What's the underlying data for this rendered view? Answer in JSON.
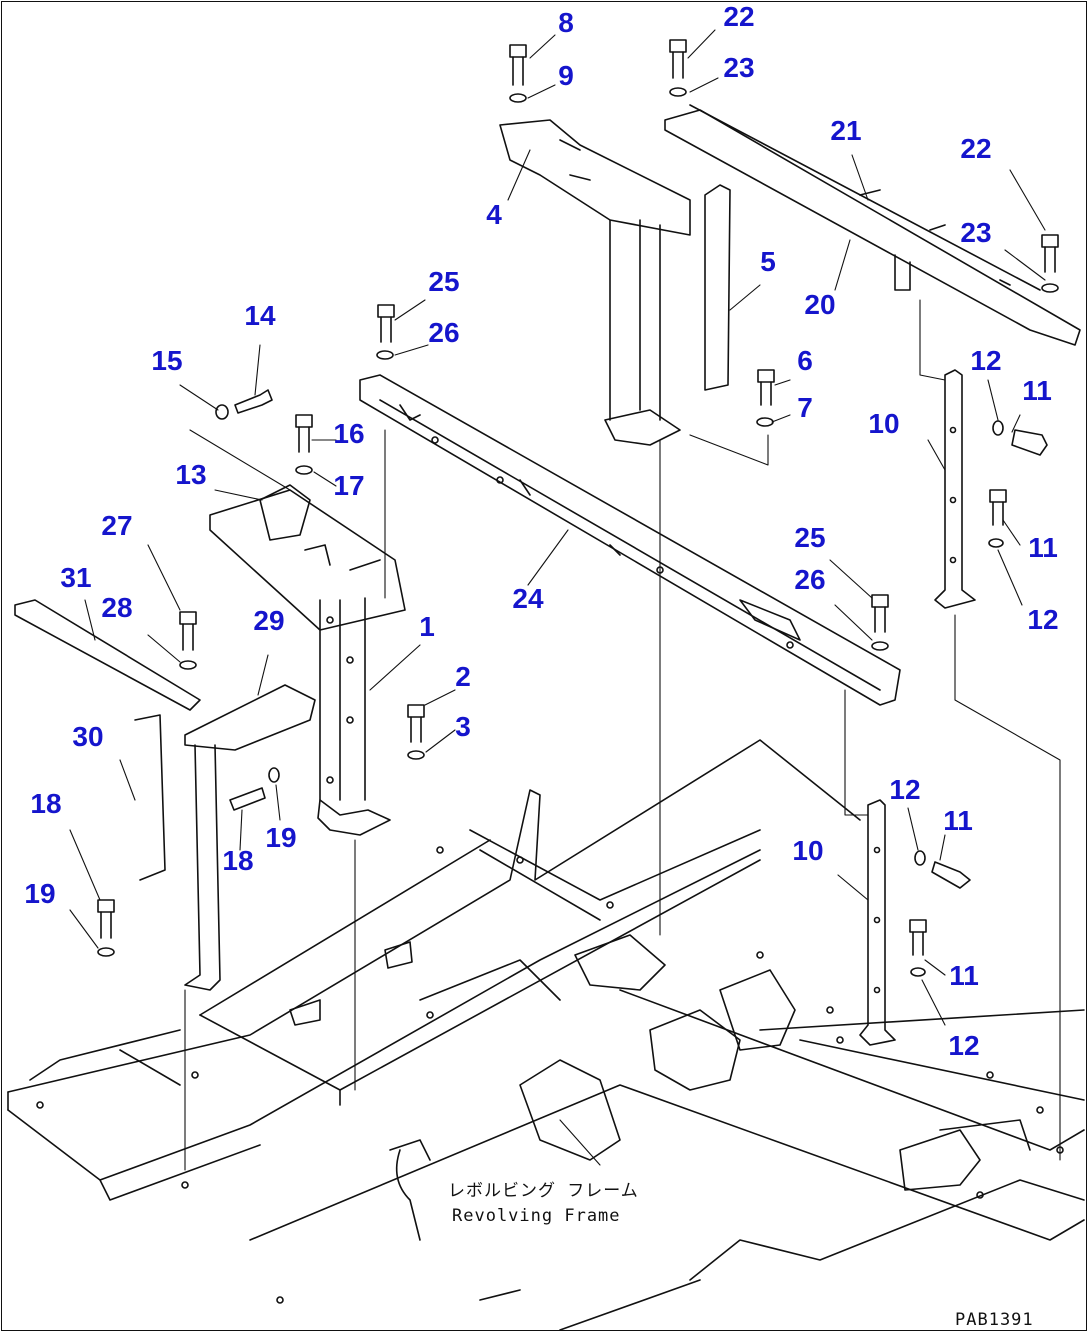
{
  "figure": {
    "code": "PAB1391",
    "frame_label_jp": "レボルビング フレーム",
    "frame_label_en": "Revolving Frame",
    "line_color": "#111111",
    "callout_color": "#1515cc"
  },
  "callouts": [
    {
      "id": "c8",
      "label": "8"
    },
    {
      "id": "c9",
      "label": "9"
    },
    {
      "id": "c22a",
      "label": "22"
    },
    {
      "id": "c23a",
      "label": "23"
    },
    {
      "id": "c4",
      "label": "4"
    },
    {
      "id": "c21",
      "label": "21"
    },
    {
      "id": "c22b",
      "label": "22"
    },
    {
      "id": "c23b",
      "label": "23"
    },
    {
      "id": "c5",
      "label": "5"
    },
    {
      "id": "c20",
      "label": "20"
    },
    {
      "id": "c25a",
      "label": "25"
    },
    {
      "id": "c26a",
      "label": "26"
    },
    {
      "id": "c14",
      "label": "14"
    },
    {
      "id": "c15",
      "label": "15"
    },
    {
      "id": "c6",
      "label": "6"
    },
    {
      "id": "c7",
      "label": "7"
    },
    {
      "id": "c12a",
      "label": "12"
    },
    {
      "id": "c11a",
      "label": "11"
    },
    {
      "id": "c10a",
      "label": "10"
    },
    {
      "id": "c16",
      "label": "16"
    },
    {
      "id": "c17",
      "label": "17"
    },
    {
      "id": "c13",
      "label": "13"
    },
    {
      "id": "c27",
      "label": "27"
    },
    {
      "id": "c31",
      "label": "31"
    },
    {
      "id": "c28",
      "label": "28"
    },
    {
      "id": "c29",
      "label": "29"
    },
    {
      "id": "c1",
      "label": "1"
    },
    {
      "id": "c24",
      "label": "24"
    },
    {
      "id": "c25b",
      "label": "25"
    },
    {
      "id": "c26b",
      "label": "26"
    },
    {
      "id": "c11b",
      "label": "11"
    },
    {
      "id": "c12b",
      "label": "12"
    },
    {
      "id": "c2",
      "label": "2"
    },
    {
      "id": "c3",
      "label": "3"
    },
    {
      "id": "c30",
      "label": "30"
    },
    {
      "id": "c18a",
      "label": "18"
    },
    {
      "id": "c19a",
      "label": "19"
    },
    {
      "id": "c18b",
      "label": "18"
    },
    {
      "id": "c12c",
      "label": "12"
    },
    {
      "id": "c11c",
      "label": "11"
    },
    {
      "id": "c10b",
      "label": "10"
    },
    {
      "id": "c19b",
      "label": "19"
    },
    {
      "id": "c11d",
      "label": "11"
    },
    {
      "id": "c12d",
      "label": "12"
    }
  ]
}
